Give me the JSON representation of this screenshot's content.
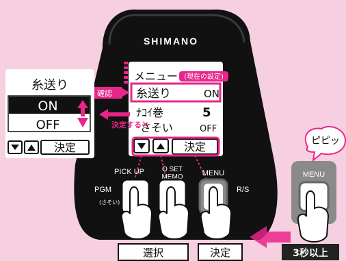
{
  "brand": "SHIMANO",
  "screen_header": "メニュー",
  "current_setting_label": "(現在の設定)",
  "confirm_label": "確認",
  "decide_then_label": "決定すると",
  "main_menu": {
    "item1_label": "糸送り",
    "item1_value": "ON",
    "item2_label": "ﾅｺｲ巻",
    "item2_value": "5",
    "item3_label": "さそい",
    "item3_value": "OFF"
  },
  "detail": {
    "title": "糸送り",
    "option_on": "ON",
    "option_off": "OFF",
    "decide": "決定"
  },
  "nav_decide": "決定",
  "buttons": {
    "pickup": "PICK UP",
    "pgm": "PGM",
    "sasoi": "(さそい)",
    "oset": "O SET",
    "memo": "MEMO",
    "menu": "MENU",
    "rs": "R/S",
    "menu_side": "MENU"
  },
  "beep_label": "ピピッ",
  "bottom_labels": {
    "select": "選択",
    "decide": "決定",
    "hold": "3秒以上"
  },
  "colors": {
    "background": "#f6cfe0",
    "accent": "#e8258a",
    "device": "#111111",
    "gray_button": "#8a8a8a"
  },
  "icons": [
    "down-triangle-icon",
    "up-triangle-icon",
    "pointer-arrow-icon",
    "press-hand-icon",
    "beep-bubble-icon"
  ]
}
